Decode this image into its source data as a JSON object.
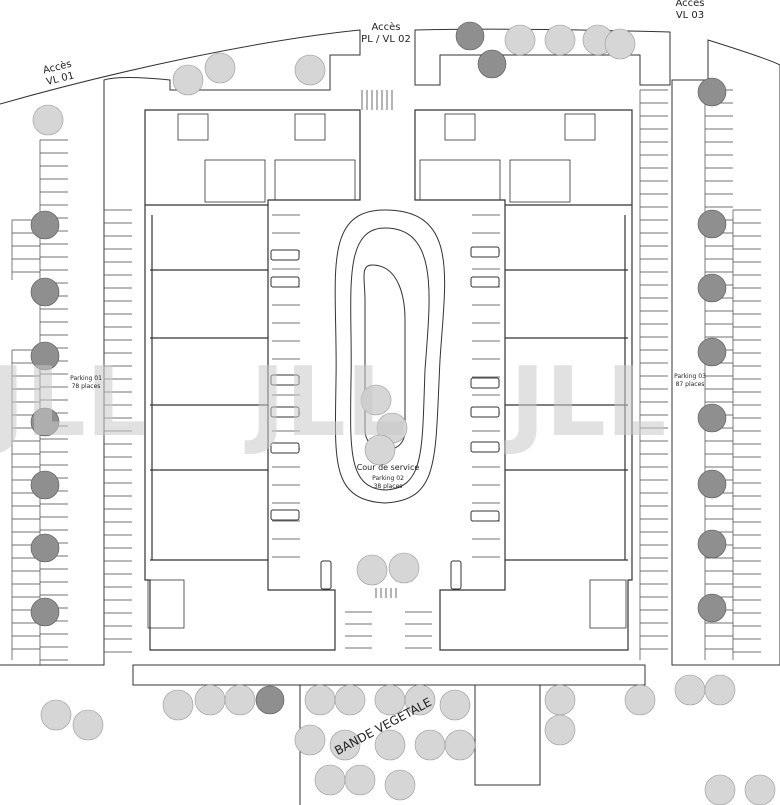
{
  "access": {
    "vl01": [
      "Accès",
      "VL 01"
    ],
    "plvl02": [
      "Accès",
      "PL / VL 02"
    ],
    "vl03": [
      "Accès",
      "VL 03"
    ]
  },
  "parking": {
    "p01": [
      "Parking 01",
      "78 places"
    ],
    "p02": [
      "Parking 02",
      "38 places"
    ],
    "p03": [
      "Parking 03",
      "87 places"
    ]
  },
  "courtyard": "Cour de service",
  "green_strip": "BANDE VEGETALE",
  "watermark": "JLL",
  "colors": {
    "tree": "#9a9a9a",
    "tree_light": "#d6d6d6",
    "line": "#333333",
    "watermark": "#c9c9c9"
  }
}
